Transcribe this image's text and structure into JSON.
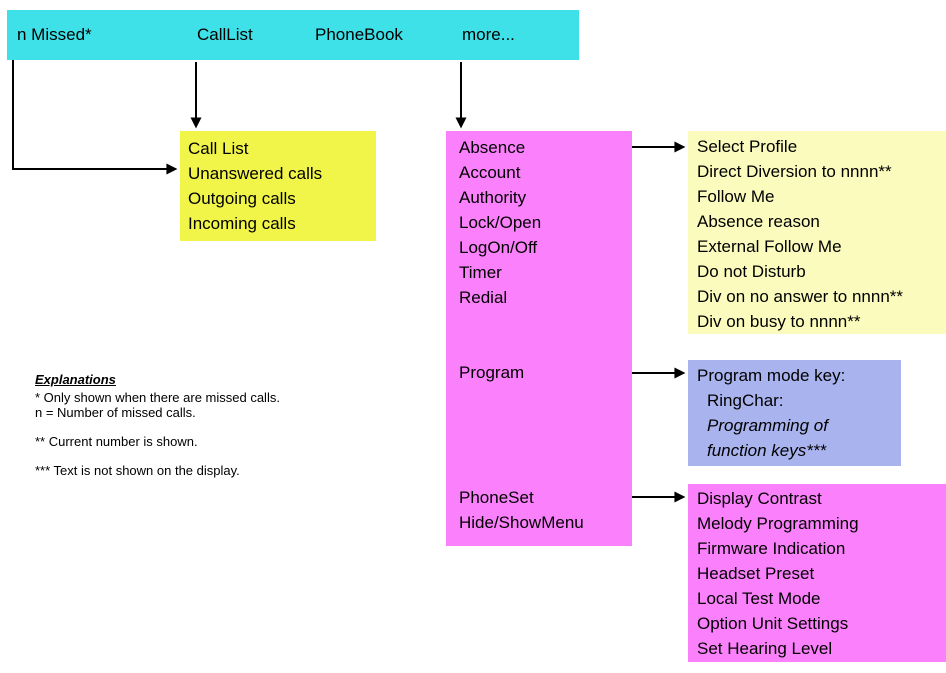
{
  "colors": {
    "cyan": "#3fe1e8",
    "yellow": "#f2f549",
    "pale_yellow": "#fafbbc",
    "magenta": "#fb80fb",
    "blue": "#a9b3ee",
    "text": "#000000"
  },
  "top_menu": {
    "items": [
      "n Missed*",
      "CallList",
      "PhoneBook",
      "more..."
    ]
  },
  "call_list_menu": {
    "items": [
      "Call List",
      "Unanswered calls",
      "Outgoing calls",
      "Incoming calls"
    ]
  },
  "more_menu": {
    "items": [
      "Absence",
      "Account",
      "Authority",
      "Lock/Open",
      "LogOn/Off",
      "Timer",
      "Redial",
      "Program",
      "PhoneSet",
      "Hide/ShowMenu"
    ]
  },
  "absence_submenu": {
    "items": [
      "Select Profile",
      "Direct Diversion to nnnn**",
      "Follow Me",
      "Absence reason",
      "External Follow Me",
      "Do not Disturb",
      "Div on no answer to nnnn**",
      "Div on busy to nnnn**"
    ]
  },
  "program_submenu": {
    "lines": [
      "Program mode key:",
      "RingChar:",
      "Programming of",
      "function keys***"
    ]
  },
  "phoneset_submenu": {
    "items": [
      "Display Contrast",
      "Melody Programming",
      "Firmware Indication",
      "Headset Preset",
      "Local Test Mode",
      "Option Unit Settings",
      "Set Hearing Level"
    ]
  },
  "explanations": {
    "title": "Explanations",
    "lines": [
      "* Only shown when there are missed calls.",
      "n = Number of missed calls.",
      "** Current number is shown.",
      "*** Text is not shown on the display."
    ]
  }
}
